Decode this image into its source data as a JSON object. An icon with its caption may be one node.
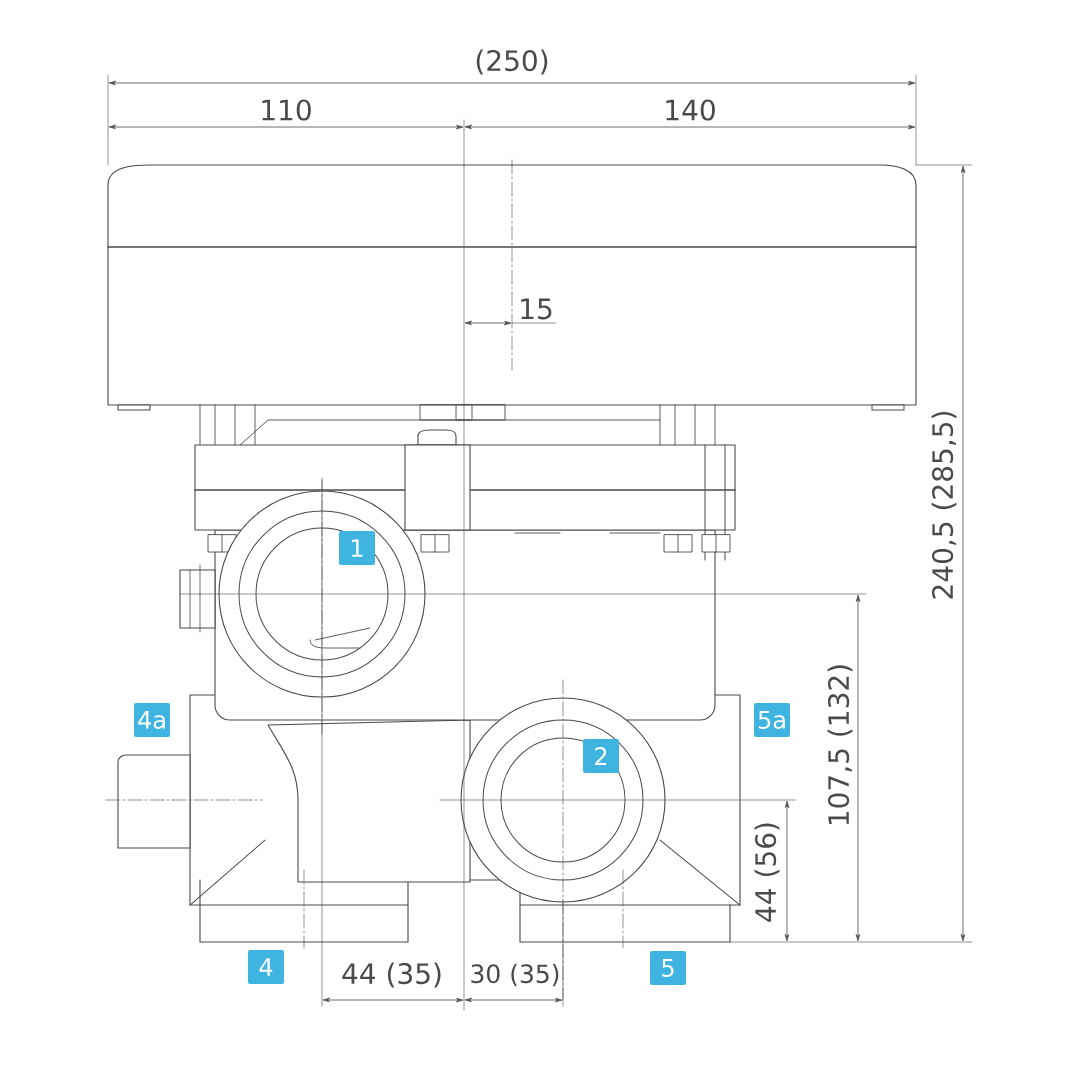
{
  "diagram": {
    "labels": [
      "(250)",
      "110",
      "140",
      "15",
      "1",
      "240,5 (285,5)",
      "4a",
      "5a",
      "2",
      "107,5 (132)",
      "44 (56)",
      "4",
      "5",
      "44 (35)",
      "30 (35)"
    ]
  }
}
